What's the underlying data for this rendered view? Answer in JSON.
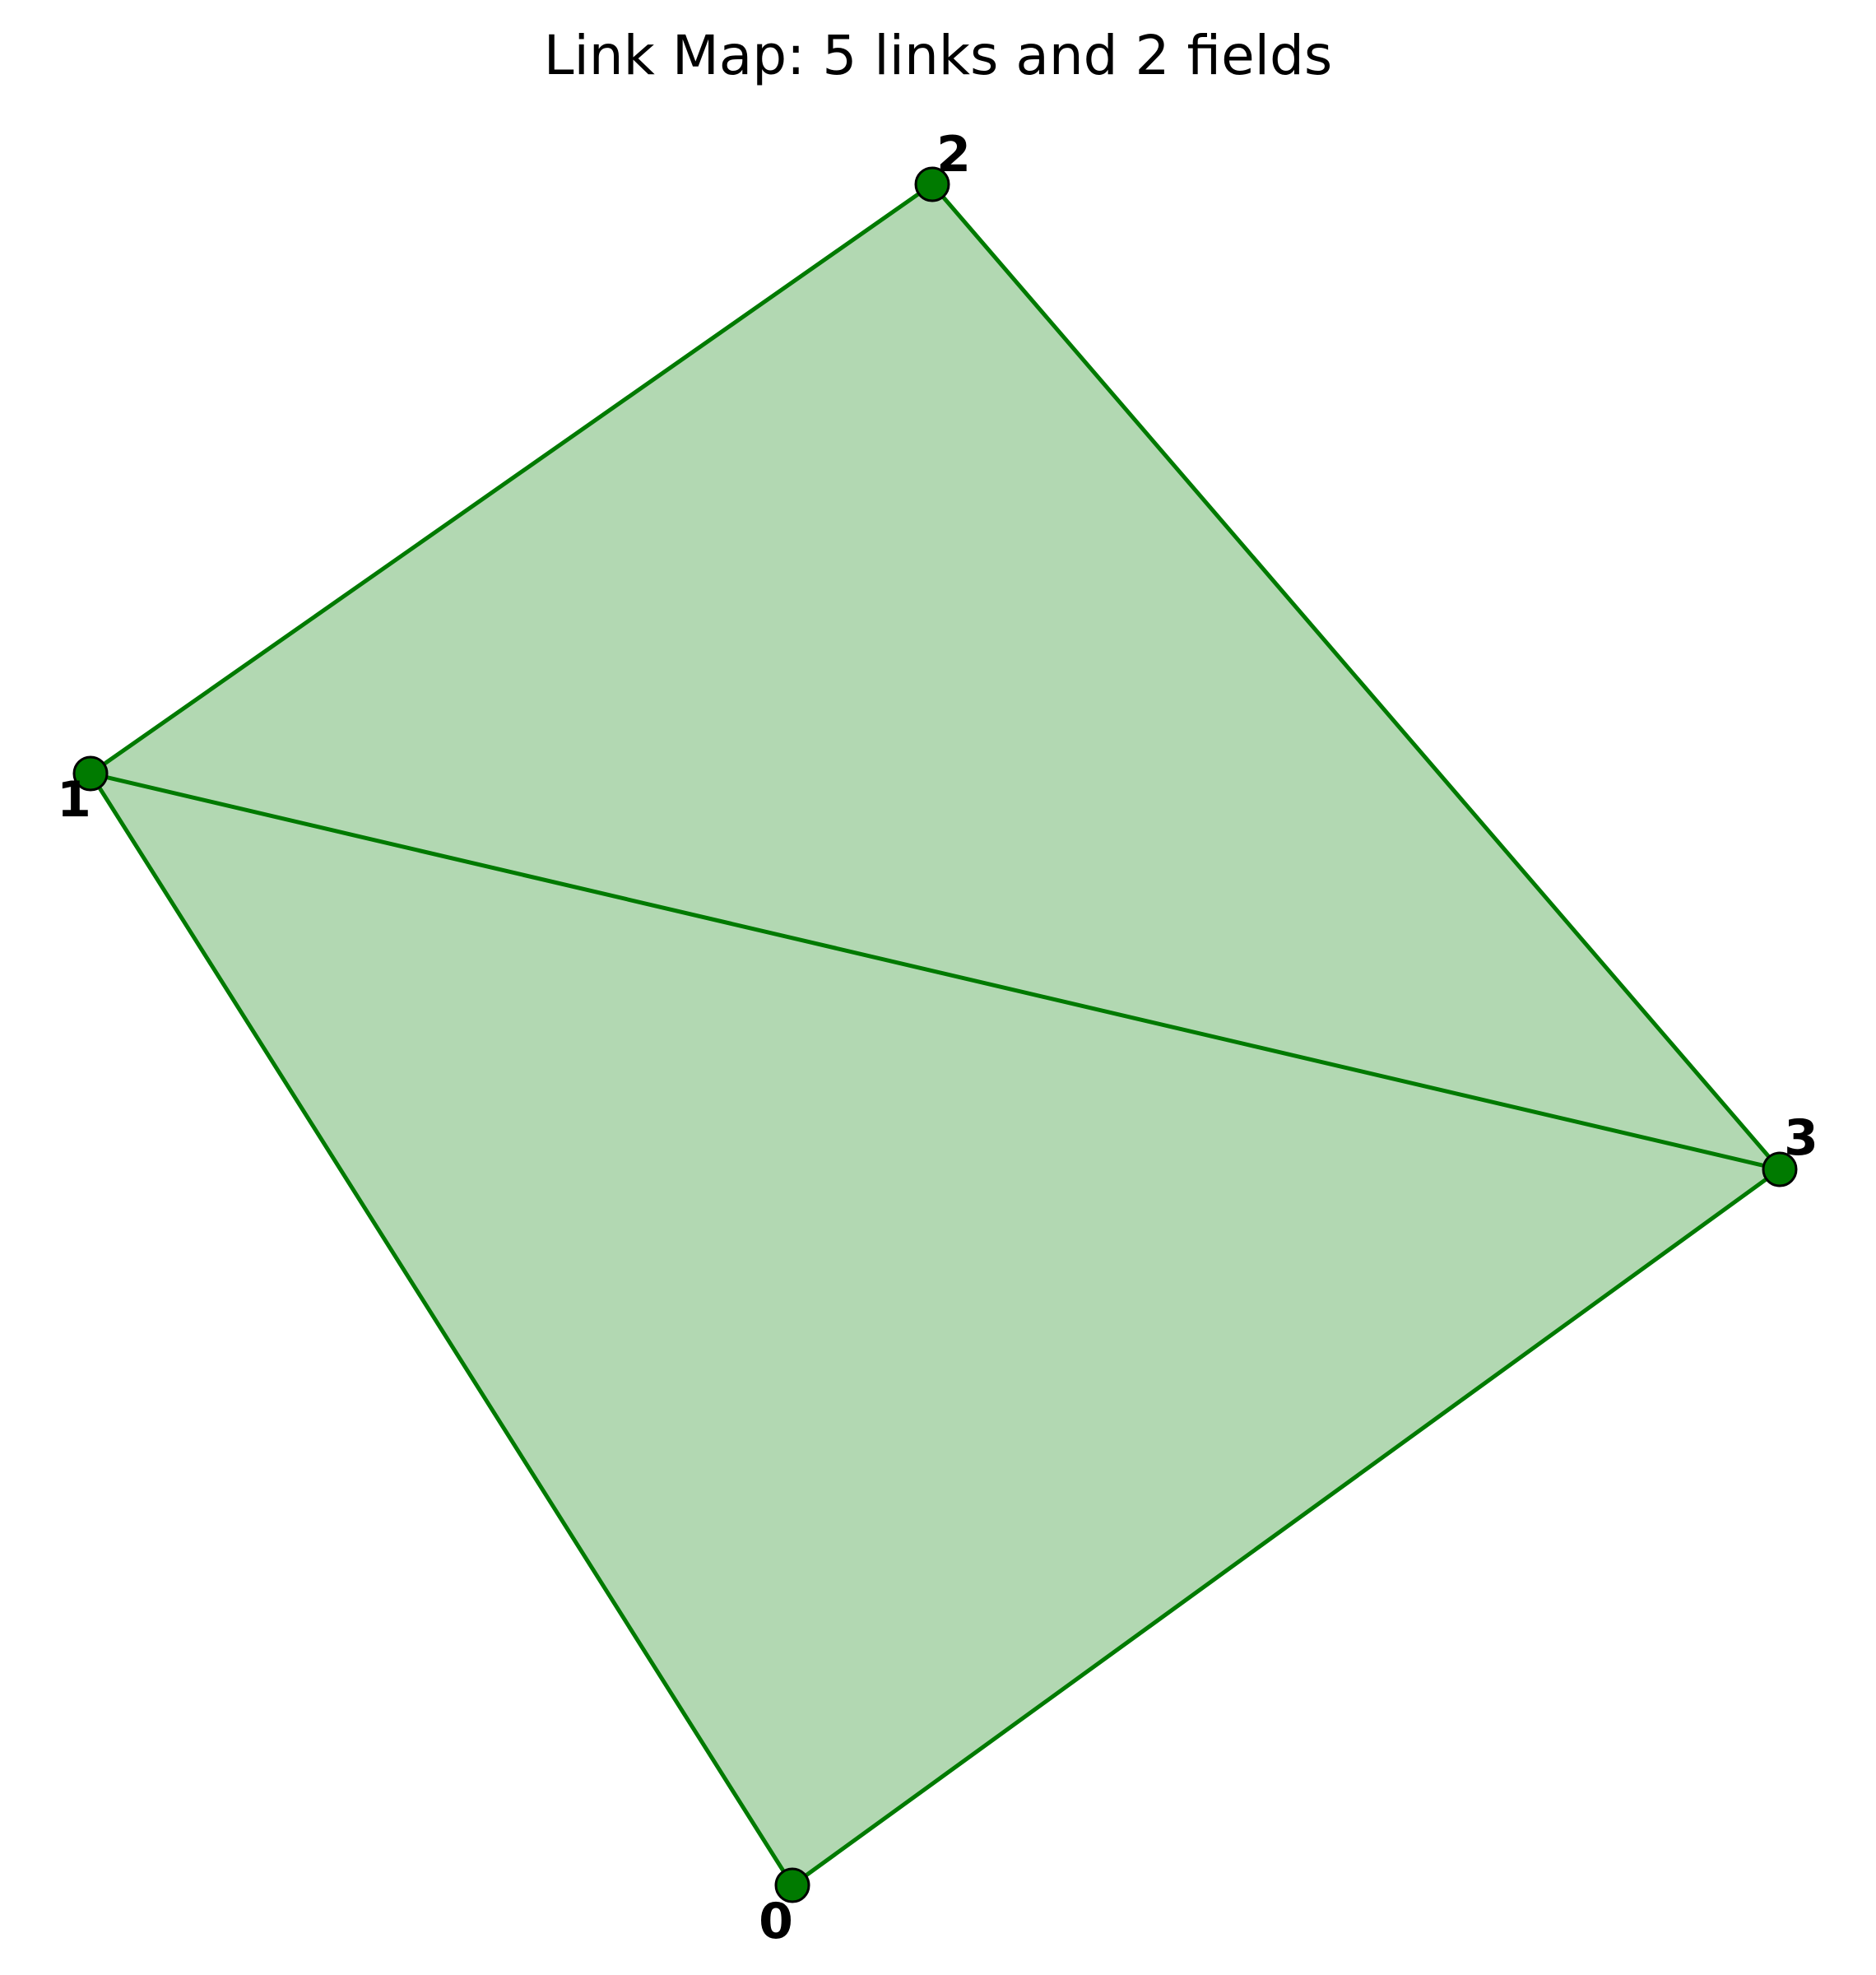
{
  "title": "Link Map: 5 links and 2 fields",
  "colors": {
    "link": "#007a00",
    "field_fill": "#b2d8b2",
    "portal_fill": "#007a00",
    "portal_stroke": "#000000"
  },
  "portals": [
    {
      "id": 0,
      "label": "0"
    },
    {
      "id": 1,
      "label": "1"
    },
    {
      "id": 2,
      "label": "2"
    },
    {
      "id": 3,
      "label": "3"
    }
  ],
  "links": [
    {
      "from": 0,
      "to": 1
    },
    {
      "from": 0,
      "to": 3
    },
    {
      "from": 1,
      "to": 2
    },
    {
      "from": 1,
      "to": 3
    },
    {
      "from": 2,
      "to": 3
    }
  ],
  "fields": [
    {
      "portals": [
        1,
        2,
        3
      ]
    },
    {
      "portals": [
        0,
        1,
        3
      ]
    }
  ]
}
